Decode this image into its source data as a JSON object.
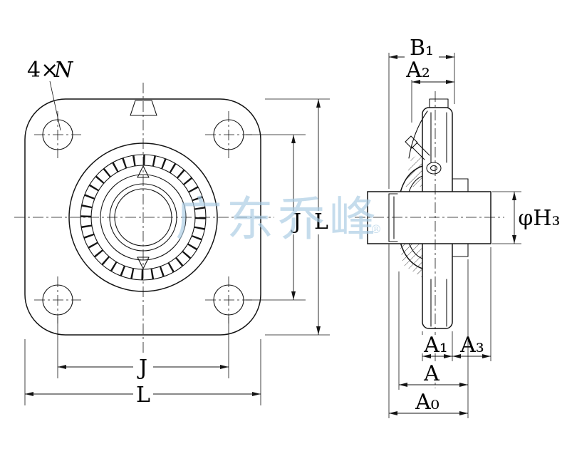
{
  "colors": {
    "line": "#141414",
    "watermark": "#a9cbe3"
  },
  "watermark": {
    "text": "广东乔峰",
    "registered": "®"
  },
  "front_view": {
    "bolt_note_prefix": "4×",
    "bolt_note_symbol": "N",
    "dim_j_right": "J",
    "dim_l_right": "L",
    "dim_j_bottom": "J",
    "dim_l_bottom": "L"
  },
  "side_view": {
    "dim_b1": "B₁",
    "dim_a2": "A₂",
    "dim_phi_h3": "φH₃",
    "dim_a1": "A₁",
    "dim_a3": "A₃",
    "dim_a": "A",
    "dim_a0": "A₀"
  }
}
